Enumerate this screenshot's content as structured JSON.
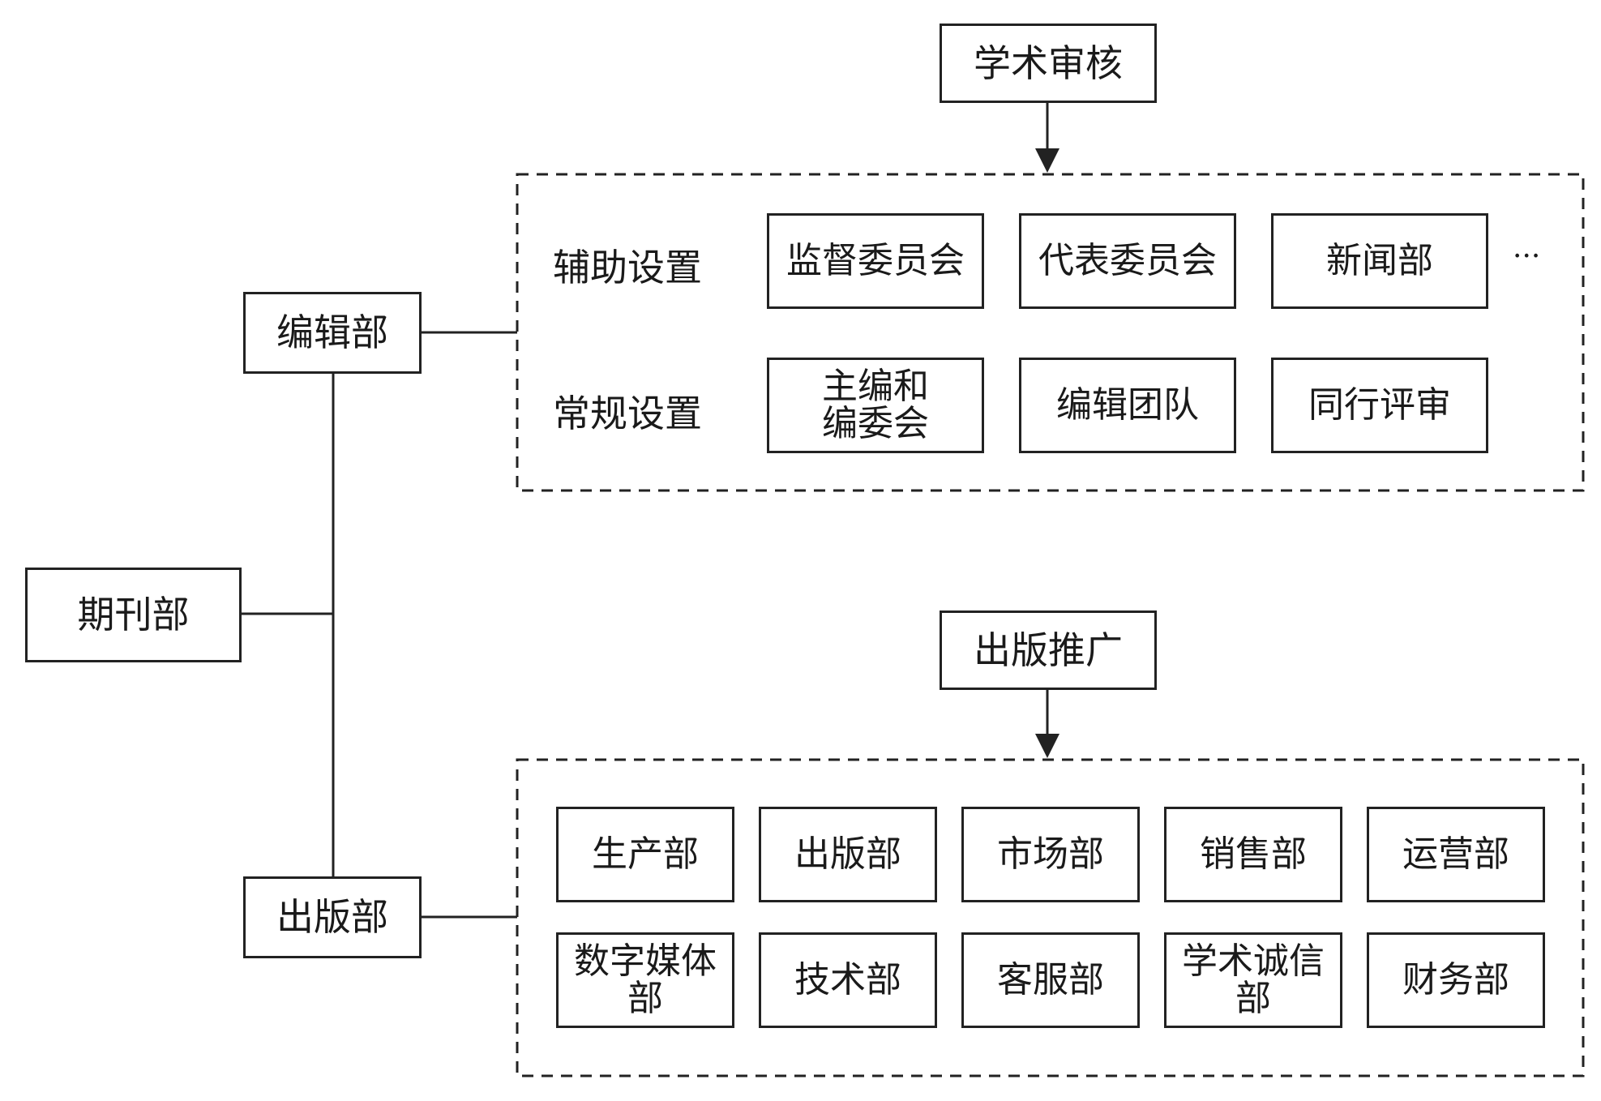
{
  "root": {
    "label": "期刊部"
  },
  "editorial": {
    "label": "编辑部",
    "input": "学术审核",
    "row_labels": {
      "aux": "辅助设置",
      "regular": "常规设置"
    },
    "aux": [
      "监督委员会",
      "代表委员会",
      "新闻部"
    ],
    "ellipsis": "···",
    "regular": [
      "主编和编委会",
      "编辑团队",
      "同行评审"
    ]
  },
  "publishing": {
    "label": "出版部",
    "input": "出版推广",
    "row1": [
      "生产部",
      "出版部",
      "市场部",
      "销售部",
      "运营部"
    ],
    "row2": [
      "数字媒体部",
      "技术部",
      "客服部",
      "学术诚信部",
      "财务部"
    ]
  }
}
